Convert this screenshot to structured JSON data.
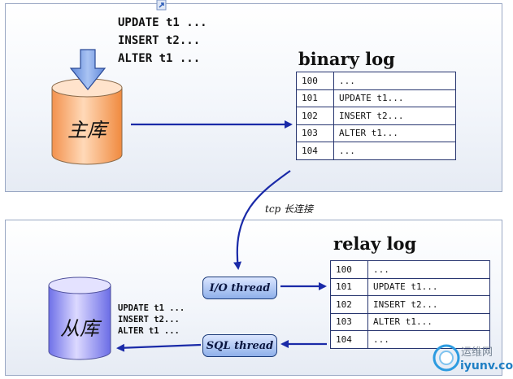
{
  "master": {
    "label": "主库",
    "statements": [
      "UPDATE t1 ...",
      "INSERT t2...",
      "ALTER t1 ..."
    ]
  },
  "binary_log": {
    "title": "binary log",
    "rows": [
      {
        "num": "100",
        "sql": "..."
      },
      {
        "num": "101",
        "sql": "UPDATE t1..."
      },
      {
        "num": "102",
        "sql": "INSERT t2..."
      },
      {
        "num": "103",
        "sql": "ALTER t1..."
      },
      {
        "num": "104",
        "sql": "..."
      }
    ]
  },
  "connection": {
    "label": "tcp 长连接"
  },
  "relay_log": {
    "title": "relay log",
    "rows": [
      {
        "num": "100",
        "sql": "..."
      },
      {
        "num": "101",
        "sql": "UPDATE t1..."
      },
      {
        "num": "102",
        "sql": "INSERT t2..."
      },
      {
        "num": "103",
        "sql": "ALTER t1..."
      },
      {
        "num": "104",
        "sql": "..."
      }
    ]
  },
  "threads": {
    "io": "I/O thread",
    "sql": "SQL thread"
  },
  "slave": {
    "label": "从库",
    "statements": [
      "UPDATE t1 ...",
      "INSERT t2...",
      "ALTER t1 ..."
    ]
  },
  "watermark": {
    "line1": "运维网",
    "line2": "iyunv.com"
  },
  "colors": {
    "arrow": "#1a2aa8",
    "master_db": "#f7a86a",
    "slave_db": "#8d8ff2",
    "panel_border": "#9aa8c4"
  },
  "icons": [
    "down-arrow-icon",
    "document-icon",
    "cloud-logo-icon"
  ]
}
